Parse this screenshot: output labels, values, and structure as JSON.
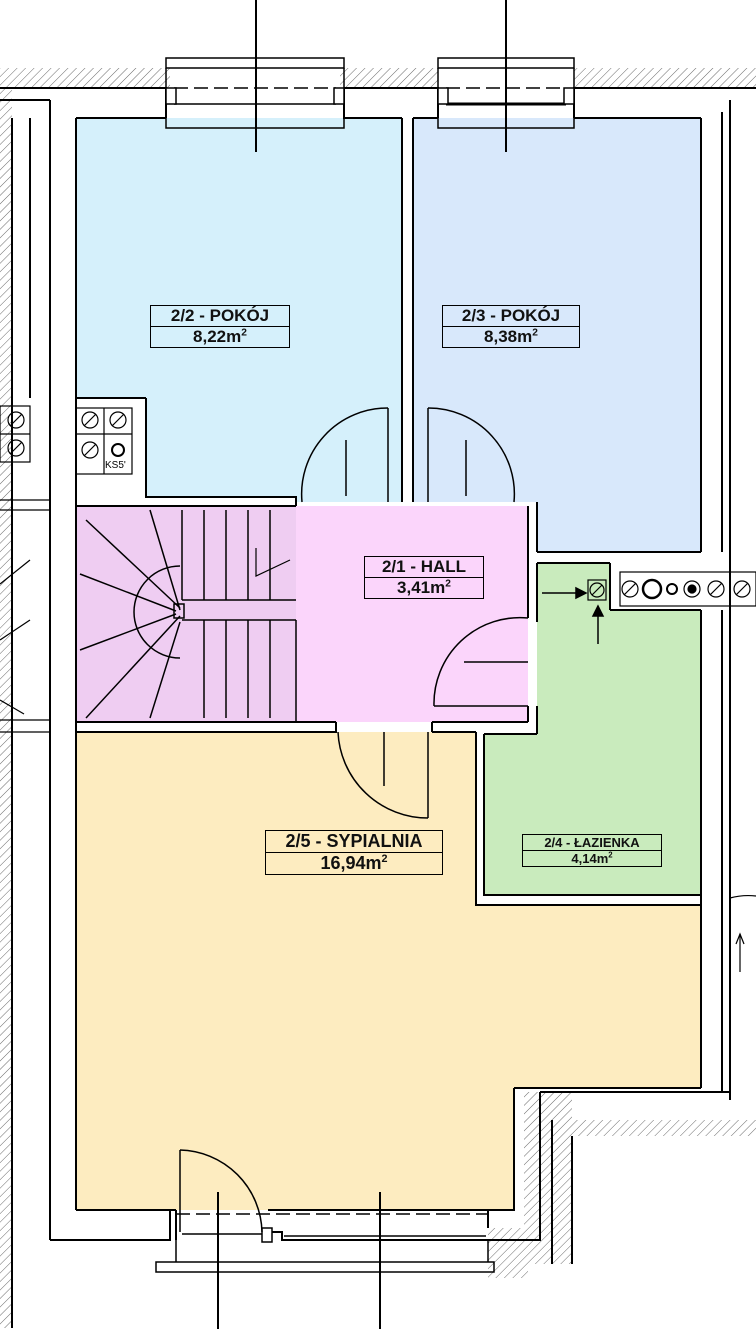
{
  "plan": {
    "rooms": [
      {
        "id": "2/2",
        "name": "2/2 - POKÓJ",
        "area": "8,22",
        "unit": "m",
        "unit_sup": "2",
        "fill": "#d5f0fb"
      },
      {
        "id": "2/3",
        "name": "2/3 - POKÓJ",
        "area": "8,38",
        "unit": "m",
        "unit_sup": "2",
        "fill": "#d8e8fb"
      },
      {
        "id": "2/1",
        "name": "2/1 - HALL",
        "area": "3,41",
        "unit": "m",
        "unit_sup": "2",
        "fill": "#fbd5fb"
      },
      {
        "id": "2/4",
        "name": "2/4 - ŁAZIENKA",
        "area": "4,14",
        "unit": "m",
        "unit_sup": "2",
        "fill": "#c9ebbd"
      },
      {
        "id": "2/5",
        "name": "2/5 - SYPIALNIA",
        "area": "16,94",
        "unit": "m",
        "unit_sup": "2",
        "fill": "#fdecc0"
      }
    ],
    "stair_fill": "#efcdf2",
    "vent_label": "KS5'"
  }
}
